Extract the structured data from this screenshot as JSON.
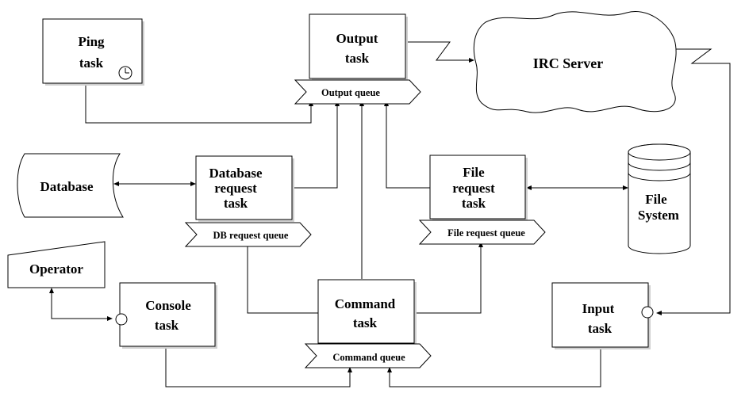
{
  "nodes": {
    "ping_task": [
      "Ping",
      "task"
    ],
    "output_task": [
      "Output",
      "task"
    ],
    "irc_server": [
      "IRC Server"
    ],
    "database": [
      "Database"
    ],
    "db_request_task": [
      "Database",
      "request",
      "task"
    ],
    "file_request_task": [
      "File",
      "request",
      "task"
    ],
    "file_system": [
      "File",
      "System"
    ],
    "operator": [
      "Operator"
    ],
    "console_task": [
      "Console",
      "task"
    ],
    "command_task": [
      "Command",
      "task"
    ],
    "input_task": [
      "Input",
      "task"
    ]
  },
  "queues": {
    "output_queue": "Output queue",
    "db_request_queue": "DB request queue",
    "file_request_queue": "File request queue",
    "command_queue": "Command queue"
  },
  "icons": {
    "ping_timer": "clock-icon",
    "console_port": "circle-port-icon",
    "input_port": "circle-port-icon"
  }
}
